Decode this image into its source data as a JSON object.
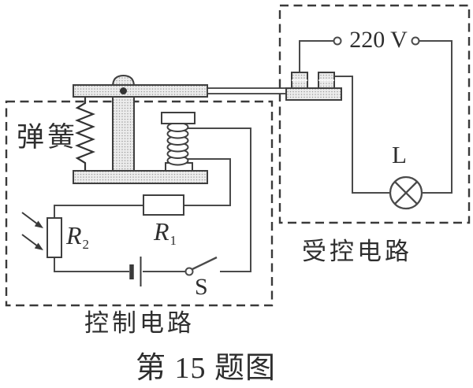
{
  "figure": {
    "caption": "第 15 题图",
    "control_box_label": "控制电路",
    "controlled_box_label": "受控电路",
    "spring_label": "弹簧",
    "voltage_label": "220 V",
    "lamp_label": "L",
    "switch_label": "S",
    "r1": {
      "base": "R",
      "sub": "1"
    },
    "r2": {
      "base": "R",
      "sub": "2"
    },
    "icons": {
      "lamp": "circle-with-cross",
      "battery": "long-short-plates",
      "switch": "open-knife-switch",
      "r2_type": "photoresistor-with-light-arrows",
      "relay": "electromagnet-armature-spring"
    },
    "colors": {
      "line": "#3f3f3f",
      "text": "#2e2e2e",
      "hatch_fill": "#ececec",
      "background": "#ffffff"
    }
  }
}
